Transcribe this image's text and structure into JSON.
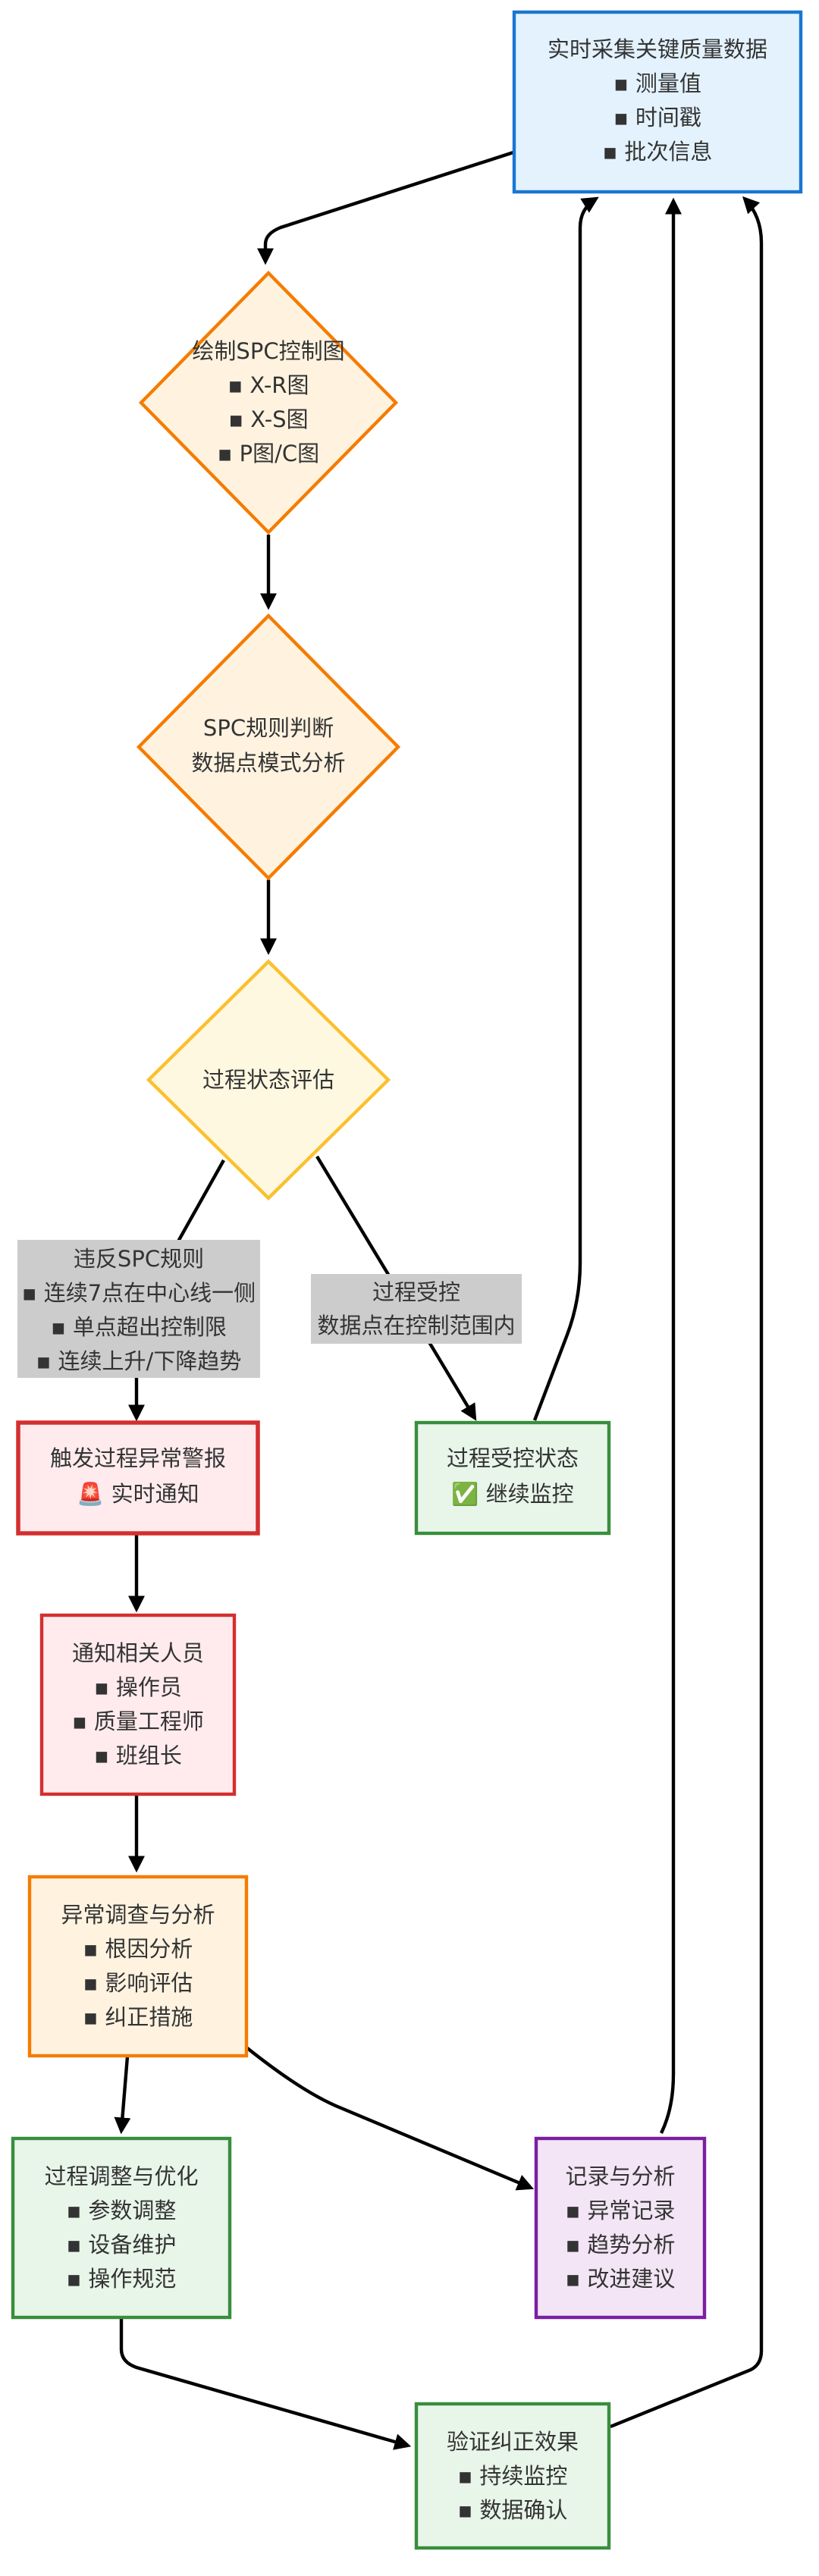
{
  "nodes": {
    "collect": {
      "title": "实时采集关键质量数据",
      "items": [
        "▪ 测量值",
        "▪ 时间戳",
        "▪ 批次信息"
      ]
    },
    "draw_chart": {
      "title": "绘制SPC控制图",
      "items": [
        "▪ X-R图",
        "▪ X-S图",
        "▪ P图/C图"
      ]
    },
    "spc_rules": {
      "title": "SPC规则判断",
      "items": [
        "数据点模式分析"
      ]
    },
    "evaluate": {
      "title": "过程状态评估"
    },
    "alarm": {
      "title": "触发过程异常警报",
      "items": [
        "🚨 实时通知"
      ]
    },
    "in_control": {
      "title": "过程受控状态",
      "items": [
        "✅ 继续监控"
      ]
    },
    "notify": {
      "title": "通知相关人员",
      "items": [
        "▪ 操作员",
        "▪ 质量工程师",
        "▪ 班组长"
      ]
    },
    "investigate": {
      "title": "异常调查与分析",
      "items": [
        "▪ 根因分析",
        "▪ 影响评估",
        "▪ 纠正措施"
      ]
    },
    "adjust": {
      "title": "过程调整与优化",
      "items": [
        "▪ 参数调整",
        "▪ 设备维护",
        "▪ 操作规范"
      ]
    },
    "record": {
      "title": "记录与分析",
      "items": [
        "▪ 异常记录",
        "▪ 趋势分析",
        "▪ 改进建议"
      ]
    },
    "verify": {
      "title": "验证纠正效果",
      "items": [
        "▪ 持续监控",
        "▪ 数据确认"
      ]
    }
  },
  "edge_labels": {
    "violation": {
      "title": "违反SPC规则",
      "items": [
        "▪ 连续7点在中心线一侧",
        "▪ 单点超出控制限",
        "▪ 连续上升/下降趋势"
      ]
    },
    "controlled": {
      "title": "过程受控",
      "items": [
        "数据点在控制范围内"
      ]
    }
  },
  "colors": {
    "blue_fill": "#e3f2fd",
    "blue_stroke": "#1976d2",
    "orange_fill": "#fff3e0",
    "orange_stroke": "#f57c00",
    "yellow_fill": "#fff8e1",
    "yellow_stroke": "#fbc02d",
    "red_fill": "#ffebee",
    "red_stroke": "#d32f2f",
    "green_fill": "#e8f5e9",
    "green_stroke": "#388e3c",
    "purple_fill": "#f3e5f5",
    "purple_stroke": "#7b1fa2",
    "label_bg": "#cccccc",
    "text": "#333333",
    "edge": "#000000"
  }
}
